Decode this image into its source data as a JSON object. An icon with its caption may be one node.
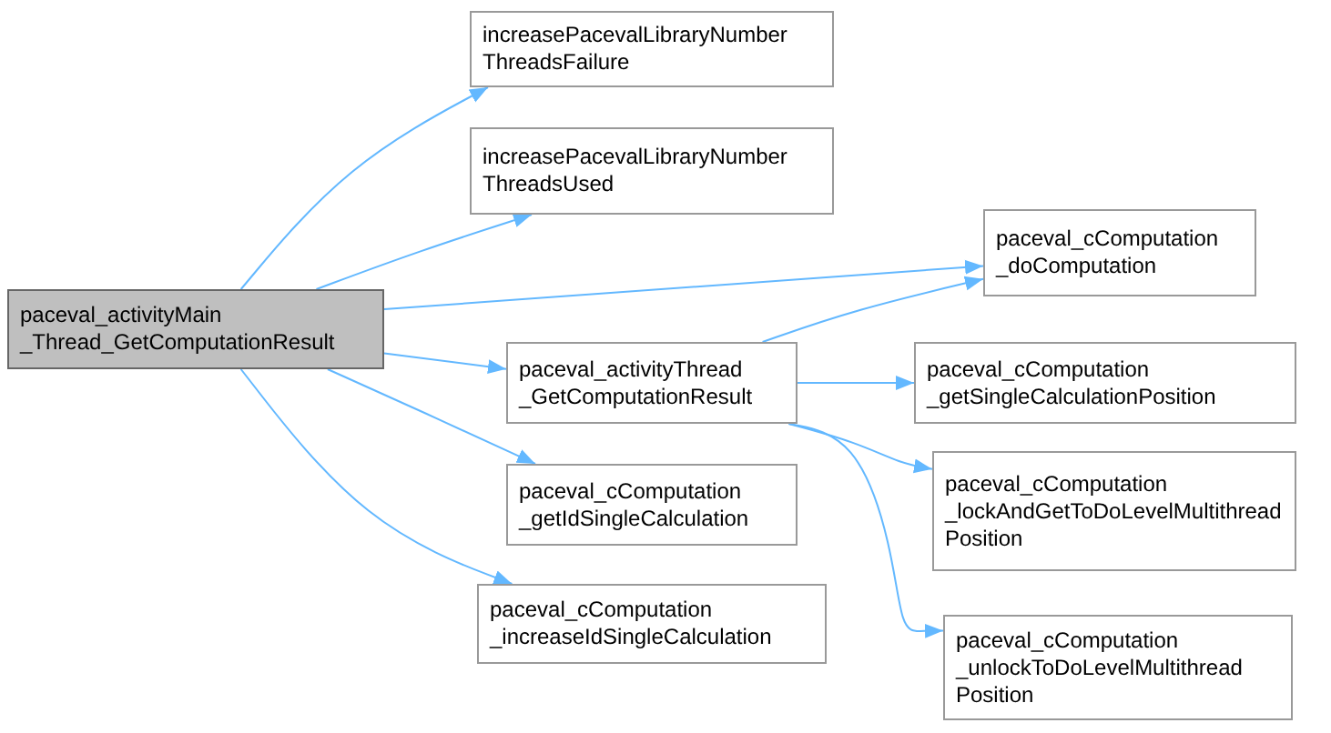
{
  "diagram": {
    "nodes": [
      {
        "text": [
          "paceval_activityMain _Thread_GetComputationResult"
        ]
      },
      {
        "text": [
          "increasePacevalLibraryNumber ThreadsFailure"
        ]
      },
      {
        "text": [
          "increasePacevalLibraryNumber ThreadsUsed"
        ]
      },
      {
        "text": [
          "paceval_cComputation _doComputation"
        ]
      },
      {
        "text": [
          "paceval_activityThread _GetComputationResult"
        ]
      },
      {
        "text": [
          "paceval_cComputation _getIdSingleCalculation"
        ]
      },
      {
        "text": [
          "paceval_cComputation _increaseIdSingleCalculation"
        ]
      },
      {
        "text": [
          "paceval_cComputation _getSingleCalculationPosition"
        ]
      },
      {
        "text": [
          "paceval_cComputation _lockAndGetToDoLevelMultithread Position"
        ]
      },
      {
        "text": [
          "paceval_cComputation _unlockToDoLevelMultithread Position"
        ]
      }
    ],
    "edges": [
      {
        "from": 0,
        "to": 1,
        "arrow": "to"
      },
      {
        "from": 0,
        "to": 2,
        "arrow": "to"
      },
      {
        "from": 0,
        "to": 3,
        "arrow": "to"
      },
      {
        "from": 0,
        "to": 4,
        "arrow": "to"
      },
      {
        "from": 0,
        "to": 5,
        "arrow": "to"
      },
      {
        "from": 0,
        "to": 6,
        "arrow": "to"
      },
      {
        "from": 4,
        "to": 3,
        "arrow": "to"
      },
      {
        "from": 4,
        "to": 7,
        "arrow": "to"
      },
      {
        "from": 4,
        "to": 8,
        "arrow": "to"
      },
      {
        "from": 4,
        "to": 9,
        "arrow": "to"
      }
    ]
  }
}
